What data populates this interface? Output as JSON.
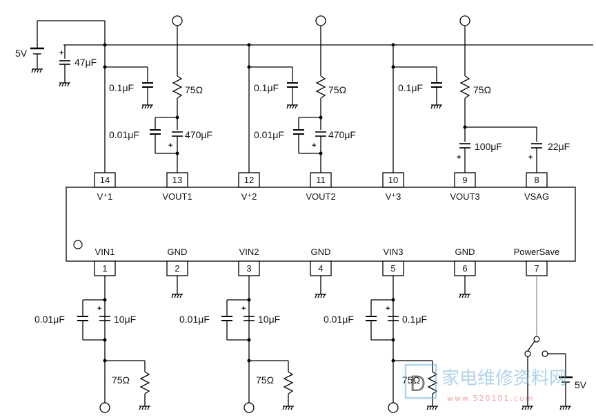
{
  "supply": {
    "label": "5V",
    "bulk_cap": "47μF"
  },
  "ic": {
    "top_pins": [
      {
        "num": "14",
        "name": "V⁺1"
      },
      {
        "num": "13",
        "name": "VOUT1"
      },
      {
        "num": "12",
        "name": "V⁺2"
      },
      {
        "num": "11",
        "name": "VOUT2"
      },
      {
        "num": "10",
        "name": "V⁺3"
      },
      {
        "num": "9",
        "name": "VOUT3"
      },
      {
        "num": "8",
        "name": "VSAG"
      }
    ],
    "bottom_pins": [
      {
        "num": "1",
        "name": "VIN1"
      },
      {
        "num": "2",
        "name": "GND"
      },
      {
        "num": "3",
        "name": "VIN2"
      },
      {
        "num": "4",
        "name": "GND"
      },
      {
        "num": "5",
        "name": "VIN3"
      },
      {
        "num": "6",
        "name": "GND"
      },
      {
        "num": "7",
        "name": "PowerSave"
      }
    ]
  },
  "components": {
    "decoupling": [
      "0.1μF",
      "0.1μF",
      "0.1μF"
    ],
    "out_resistors": [
      "75Ω",
      "75Ω",
      "75Ω"
    ],
    "out_small_caps": [
      "0.01μF",
      "0.01μF"
    ],
    "out_electrolytic": [
      "470μF",
      "470μF",
      "100μF"
    ],
    "vsag_cap": "22μF",
    "in_small_caps": [
      "0.01μF",
      "0.01μF",
      "0.01μF"
    ],
    "in_caps": [
      "10μF",
      "10μF",
      "0.1μF"
    ],
    "in_resistors": [
      "75Ω",
      "75Ω",
      "75Ω"
    ],
    "switch_supply": "5V"
  },
  "watermark": {
    "text": "家电维修资料网",
    "url": "www.520101.com"
  }
}
